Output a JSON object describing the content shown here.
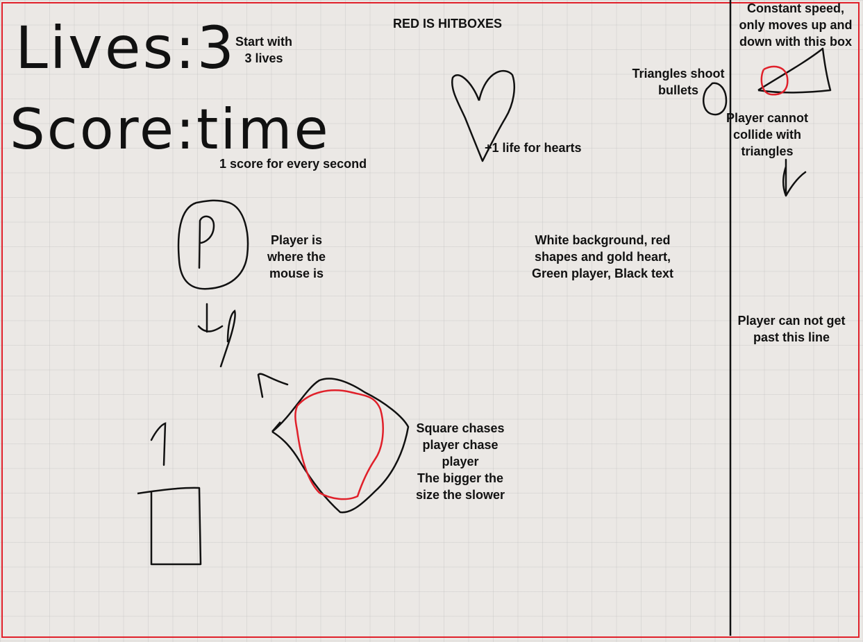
{
  "canvas": {
    "background": "#ebe8e5",
    "ink_color": "#111111",
    "hitbox_color": "#e0202a"
  },
  "handwriting": {
    "lives": "Lives:3",
    "score": "Score:time"
  },
  "notes": {
    "red_hitboxes": "RED IS HITBOXES",
    "start_lives": [
      "Start with",
      "3 lives"
    ],
    "score_rule": "1 score for every second",
    "heart_rule": "+1 life for hearts",
    "player_rule": [
      "Player is",
      "where the",
      "mouse is"
    ],
    "colors_rule": [
      "White background, red",
      "shapes and gold heart,",
      "Green player, Black text"
    ],
    "square_rule": [
      "Square chases",
      "player chase",
      "player",
      "The bigger the",
      "size the slower"
    ],
    "triangle_shoot": [
      "Triangles shoot",
      "bullets"
    ],
    "triangle_speed": [
      "Constant speed,",
      "only moves up and",
      "down with this box"
    ],
    "no_collide": [
      "Player cannot",
      "collide with",
      "triangles"
    ],
    "line_rule": [
      "Player can not get",
      "past this line"
    ]
  },
  "sketch_labels": {
    "player": "P"
  }
}
